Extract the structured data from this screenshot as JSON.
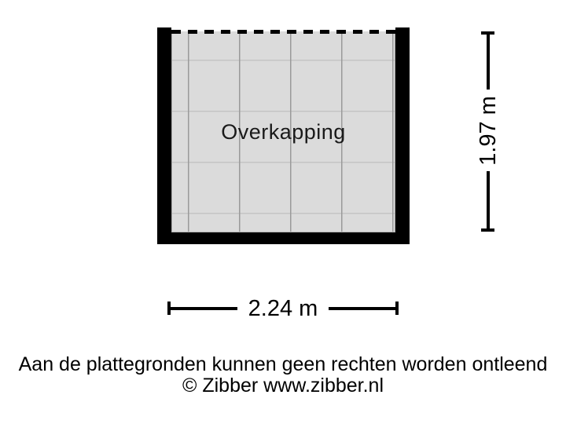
{
  "floorplan": {
    "room": {
      "label": "Overkapping"
    },
    "dimensions": {
      "width": "2.24 m",
      "height": "1.97 m"
    }
  },
  "footer": {
    "disclaimer": "Aan de plattegronden kunnen geen rechten worden ontleend",
    "copyright": "© Zibber www.zibber.nl"
  },
  "colors": {
    "wall": "#000000",
    "floor_fill": "#dbdbdb",
    "grid_line_vertical": "#9a9a9a",
    "grid_line_horizontal": "#c4c4c4",
    "dimension_line": "#000000",
    "dimension_label_background": "#ffffff",
    "text": "#000000",
    "background": "#ffffff"
  }
}
